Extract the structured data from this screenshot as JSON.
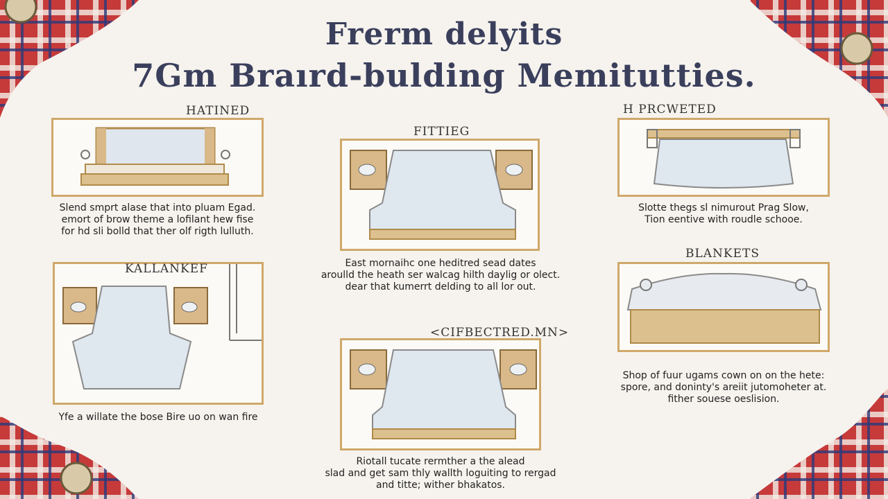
{
  "title": {
    "line1": "Frerm delyits",
    "line2": "7Gm Braırd-bulding Memitutties."
  },
  "sections": [
    {
      "label": "HATINED",
      "desc": [
        "Slend smprt alase that into pluam Egad.",
        "emort of brow theme a lofilant hew fise",
        "for hd sli bolld that ther olf rigth lulluth."
      ]
    },
    {
      "label": "FITTIEG",
      "desc": [
        "East mornaihc one heditred sead dates",
        "aroulld the heath ser walcag hilth daylig or olect.",
        "dear that kumerrt delding to all lor out."
      ]
    },
    {
      "label": "H PRCWETED",
      "desc": [
        "Slotte thegs sl nimurout Prag Slow,",
        "Tion eentive with roudle schooe."
      ]
    },
    {
      "label": "KALLANKEF",
      "desc": [
        "Yfe a willate the bose Bire uo on wan fire"
      ]
    },
    {
      "label": "<CIFBECTRED.MN>",
      "desc": [
        "Riotall tucate rermther a the alead",
        "slad and get sam thly wallth loguiting to rergad",
        "and titte; wither bhakatos."
      ]
    },
    {
      "label": "BLANKETS",
      "desc": [
        "Shop of fuur ugams cown on on the hete:",
        "spore, and doninty's areiit jutomoheter at.",
        "fither souese oeslision."
      ]
    }
  ]
}
